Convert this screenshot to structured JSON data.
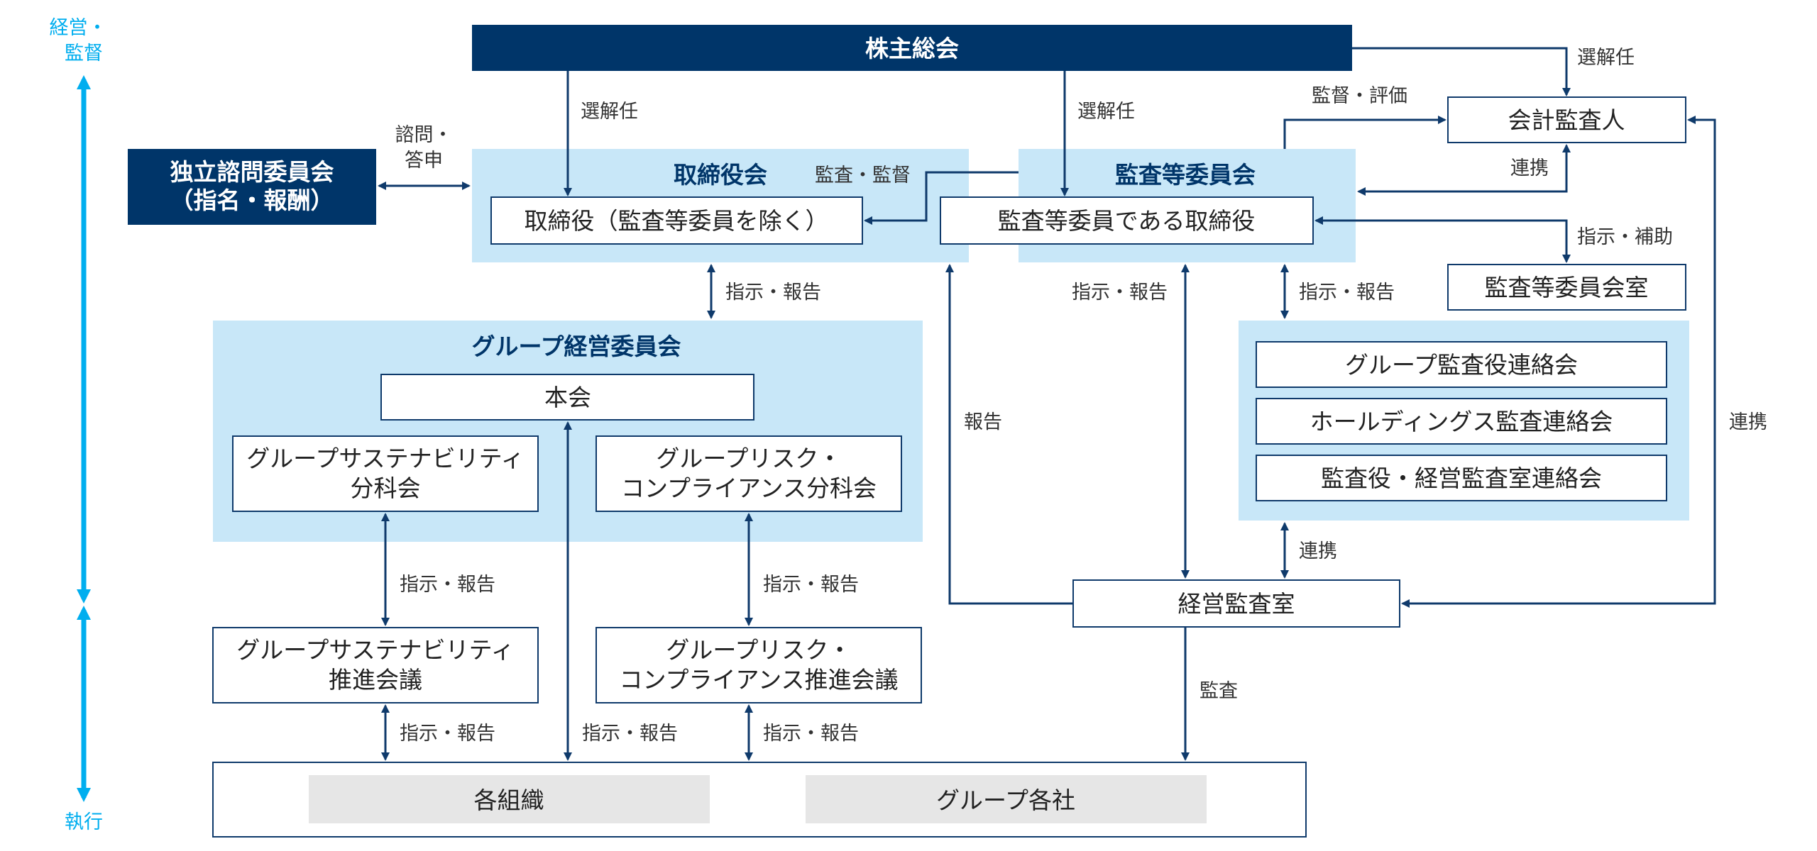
{
  "side": {
    "top": [
      "経営・",
      "監督"
    ],
    "bottom": "執行"
  },
  "boxes": {
    "shareholders": "株主総会",
    "advisory": [
      "独立諮問委員会",
      "（指名・報酬）"
    ],
    "board_group": "取締役会",
    "board_directors": "取締役（監査等委員を除く）",
    "audit_committee": "監査等委員会",
    "audit_directors": "監査等委員である取締役",
    "accounting_auditor": "会計監査人",
    "audit_office": "監査等委員会室",
    "group_mgmt": "グループ経営委員会",
    "honkai": "本会",
    "sustain_sub": [
      "グループサステナビリティ",
      "分科会"
    ],
    "risk_sub": [
      "グループリスク・",
      "コンプライアンス分科会"
    ],
    "sustain_promo": [
      "グループサステナビリティ",
      "推進会議"
    ],
    "risk_promo": [
      "グループリスク・",
      "コンプライアンス推進会議"
    ],
    "auditor_liaison_1": "グループ監査役連絡会",
    "auditor_liaison_2": "ホールディングス監査連絡会",
    "auditor_liaison_3": "監査役・経営監査室連絡会",
    "internal_audit": "経営監査室",
    "orgs": "各組織",
    "group_cos": "グループ各社"
  },
  "labels": {
    "appoint": "選解任",
    "consult": [
      "諮問・",
      "答申"
    ],
    "audit_supervise": "監査・監督",
    "supervise_eval": "監督・評価",
    "cooperate": "連携",
    "instruct_assist": "指示・補助",
    "instruct_report": "指示・報告",
    "report": "報告",
    "audit": "監査"
  }
}
